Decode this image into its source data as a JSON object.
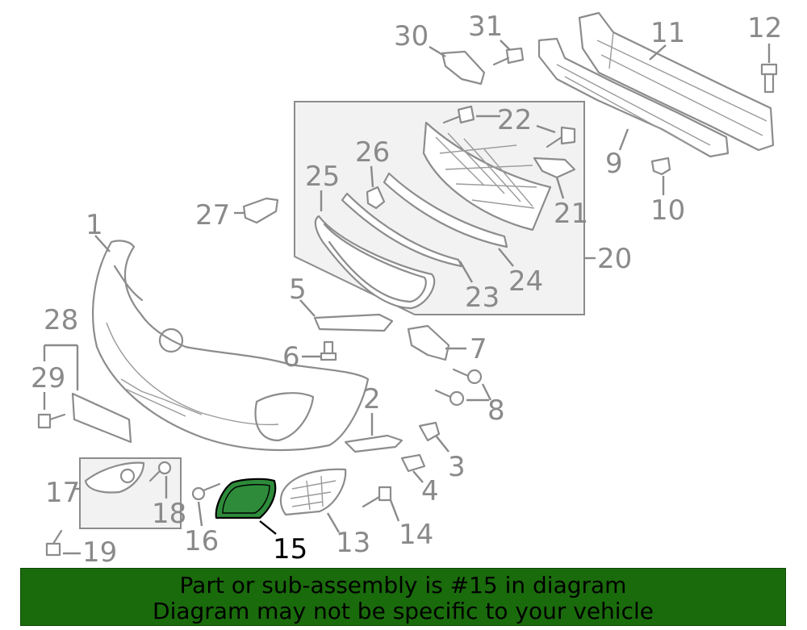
{
  "banner": {
    "line1": "Part or sub-assembly is #15 in diagram",
    "line2": "Diagram may not be specific to your vehicle"
  },
  "highlight": {
    "part_number": "15",
    "fill_color": "#2e8b3a",
    "banner_color": "#1a6b0c"
  },
  "callouts": [
    "1",
    "2",
    "3",
    "4",
    "5",
    "6",
    "7",
    "8",
    "9",
    "10",
    "11",
    "12",
    "13",
    "14",
    "15",
    "16",
    "17",
    "18",
    "19",
    "20",
    "21",
    "22",
    "23",
    "24",
    "25",
    "26",
    "27",
    "28",
    "29",
    "30",
    "31"
  ]
}
